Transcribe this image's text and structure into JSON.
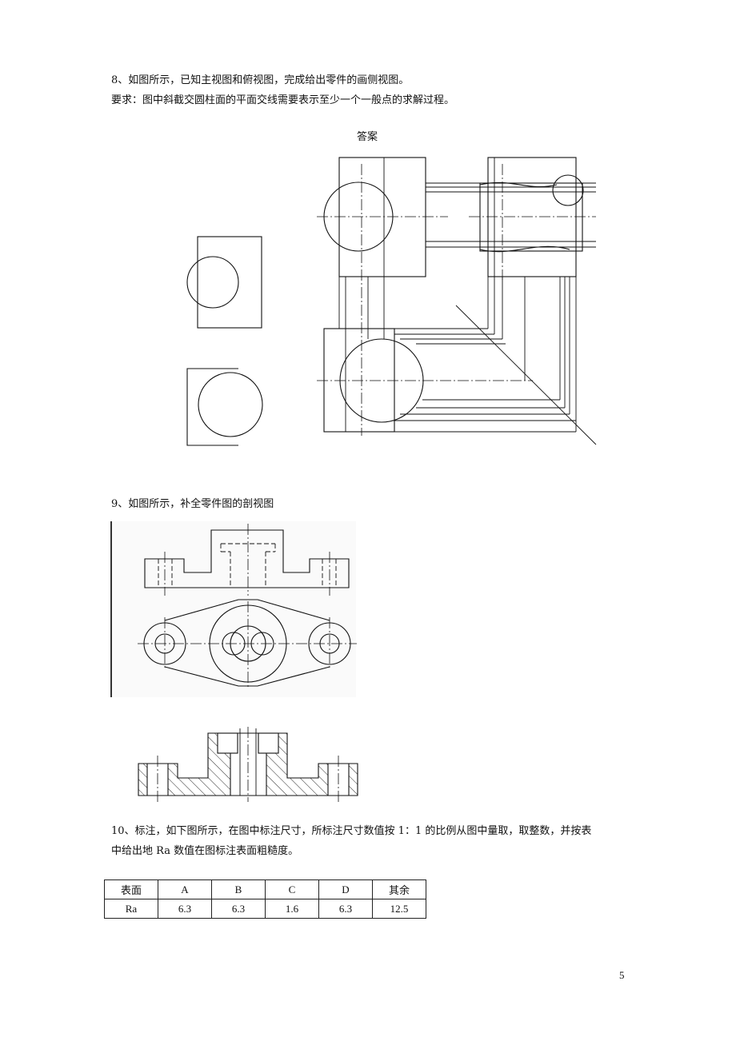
{
  "q8": {
    "line1": "8、如图所示，已知主视图和俯视图，完成给出零件的画侧视图。",
    "line2": "要求：图中斜截交圆柱面的平面交线需要表示至少一个一般点的求解过程。",
    "answer_label": "答案"
  },
  "q9": {
    "line1": "9、如图所示，补全零件图的剖视图"
  },
  "q10": {
    "line1": "10、标注，如下图所示，在图中标注尺寸，所标注尺寸数值按 1：1 的比例从图中量取，取整数，并按表",
    "line2": "中给出地 Ra 数值在图标注表面粗糙度。",
    "table": {
      "headers": [
        "表面",
        "A",
        "B",
        "C",
        "D",
        "其余"
      ],
      "row": [
        "Ra",
        "6.3",
        "6.3",
        "1.6",
        "6.3",
        "12.5"
      ]
    }
  },
  "page_number": "5"
}
